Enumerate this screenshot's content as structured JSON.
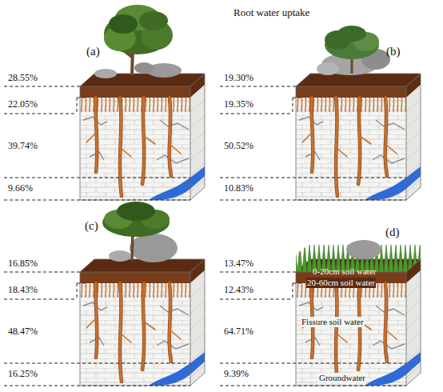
{
  "diagram": {
    "title": "Root water uptake",
    "labels": [
      "(a)",
      "28.55%",
      "22.05%",
      "39.74%",
      "9.66%",
      "(b)",
      "19.30%",
      "19.35%",
      "50.52%",
      "10.83%",
      "(c)",
      "16.85%",
      "18.43%",
      "48.47%",
      "16.25%",
      "(d)",
      "13.47%",
      "12.43%",
      "64.71%",
      "9.39%",
      "0-20cm soil water",
      "20-60cm soil water",
      "Fissure soil water",
      "Groundwater"
    ]
  }
}
